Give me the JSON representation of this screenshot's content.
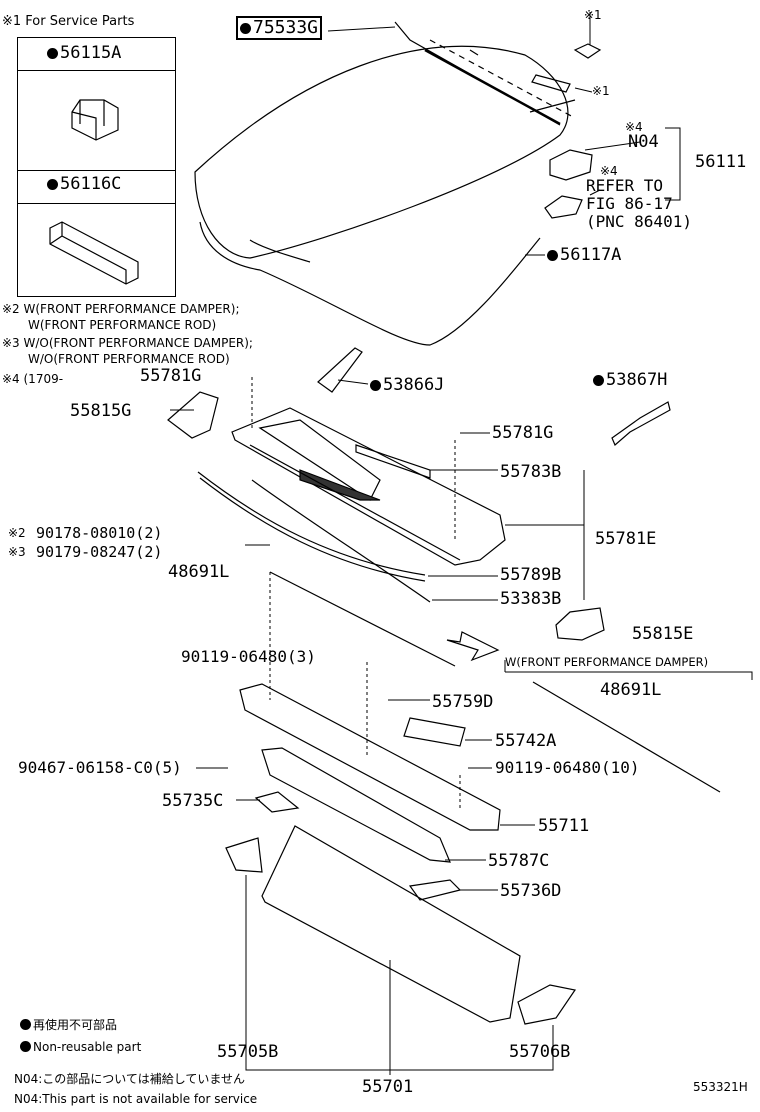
{
  "service_note": "※1 For Service Parts",
  "service_box": {
    "part_a": "56115A",
    "part_b": "56116C"
  },
  "notes": {
    "n2": "※2 W(FRONT PERFORMANCE DAMPER);",
    "n2b": "W(FRONT PERFORMANCE ROD)",
    "n3": "※3 W/O(FRONT PERFORMANCE DAMPER);",
    "n3b": "W/O(FRONT PERFORMANCE ROD)",
    "n4": "※4 (1709-"
  },
  "labels": {
    "p75533G": "75533G",
    "r1a": "※1",
    "r1b": "※1",
    "r4a": "※4",
    "r4b": "※4",
    "n04": "N04",
    "p56111": "56111",
    "refer1": "REFER TO",
    "refer2": "FIG 86-17",
    "refer3": "(PNC 86401)",
    "p56117A": "56117A",
    "p55781G_a": "55781G",
    "p53866J": "53866J",
    "p53867H": "53867H",
    "p55815G": "55815G",
    "p55781G_b": "55781G",
    "p55783B": "55783B",
    "p55781E": "55781E",
    "r2": "※2",
    "p90178": "90178-08010(2)",
    "r3": "※3",
    "p90179": "90179-08247(2)",
    "p48691L_a": "48691L",
    "p55789B": "55789B",
    "p53383B": "53383B",
    "p55815E": "55815E",
    "p90119_a": "90119-06480(3)",
    "damper_note": "W(FRONT PERFORMANCE DAMPER)",
    "p48691L_b": "48691L",
    "p55759D": "55759D",
    "p55742A": "55742A",
    "p90467": "90467-06158-C0(5)",
    "p90119_b": "90119-06480(10)",
    "p55735C": "55735C",
    "p55711": "55711",
    "p55787C": "55787C",
    "p55736D": "55736D",
    "p55705B": "55705B",
    "p55706B": "55706B",
    "p55701": "55701",
    "figure_id": "553321H"
  },
  "legend": {
    "jp_reuse": "再使用不可部品",
    "en_reuse": "Non-reusable part",
    "jp_n04": "N04:この部品については補給していません",
    "en_n04": "N04:This part is not available for service"
  }
}
